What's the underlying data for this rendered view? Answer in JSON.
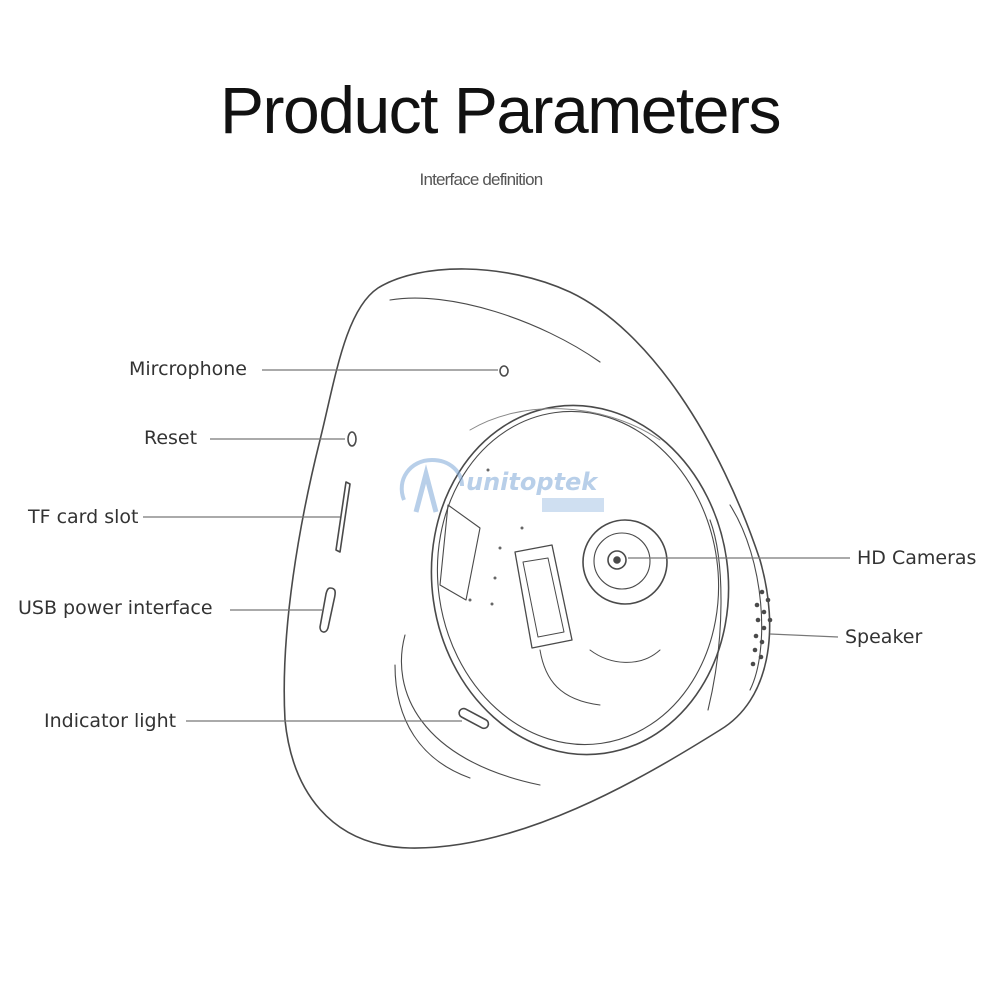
{
  "title": "Product Parameters",
  "subtitle": "Interface definition",
  "labels": {
    "microphone": "Mircrophone",
    "reset": "Reset",
    "tf_card_slot": "TF card slot",
    "usb_power": "USB power interface",
    "indicator_light": "Indicator light",
    "hd_cameras": "HD Cameras",
    "speaker": "Speaker"
  },
  "watermark": {
    "brand": "unitoptek"
  },
  "colors": {
    "outline": "#4a4a4a",
    "leader_line": "#777777",
    "watermark": "#7fa9d8"
  }
}
